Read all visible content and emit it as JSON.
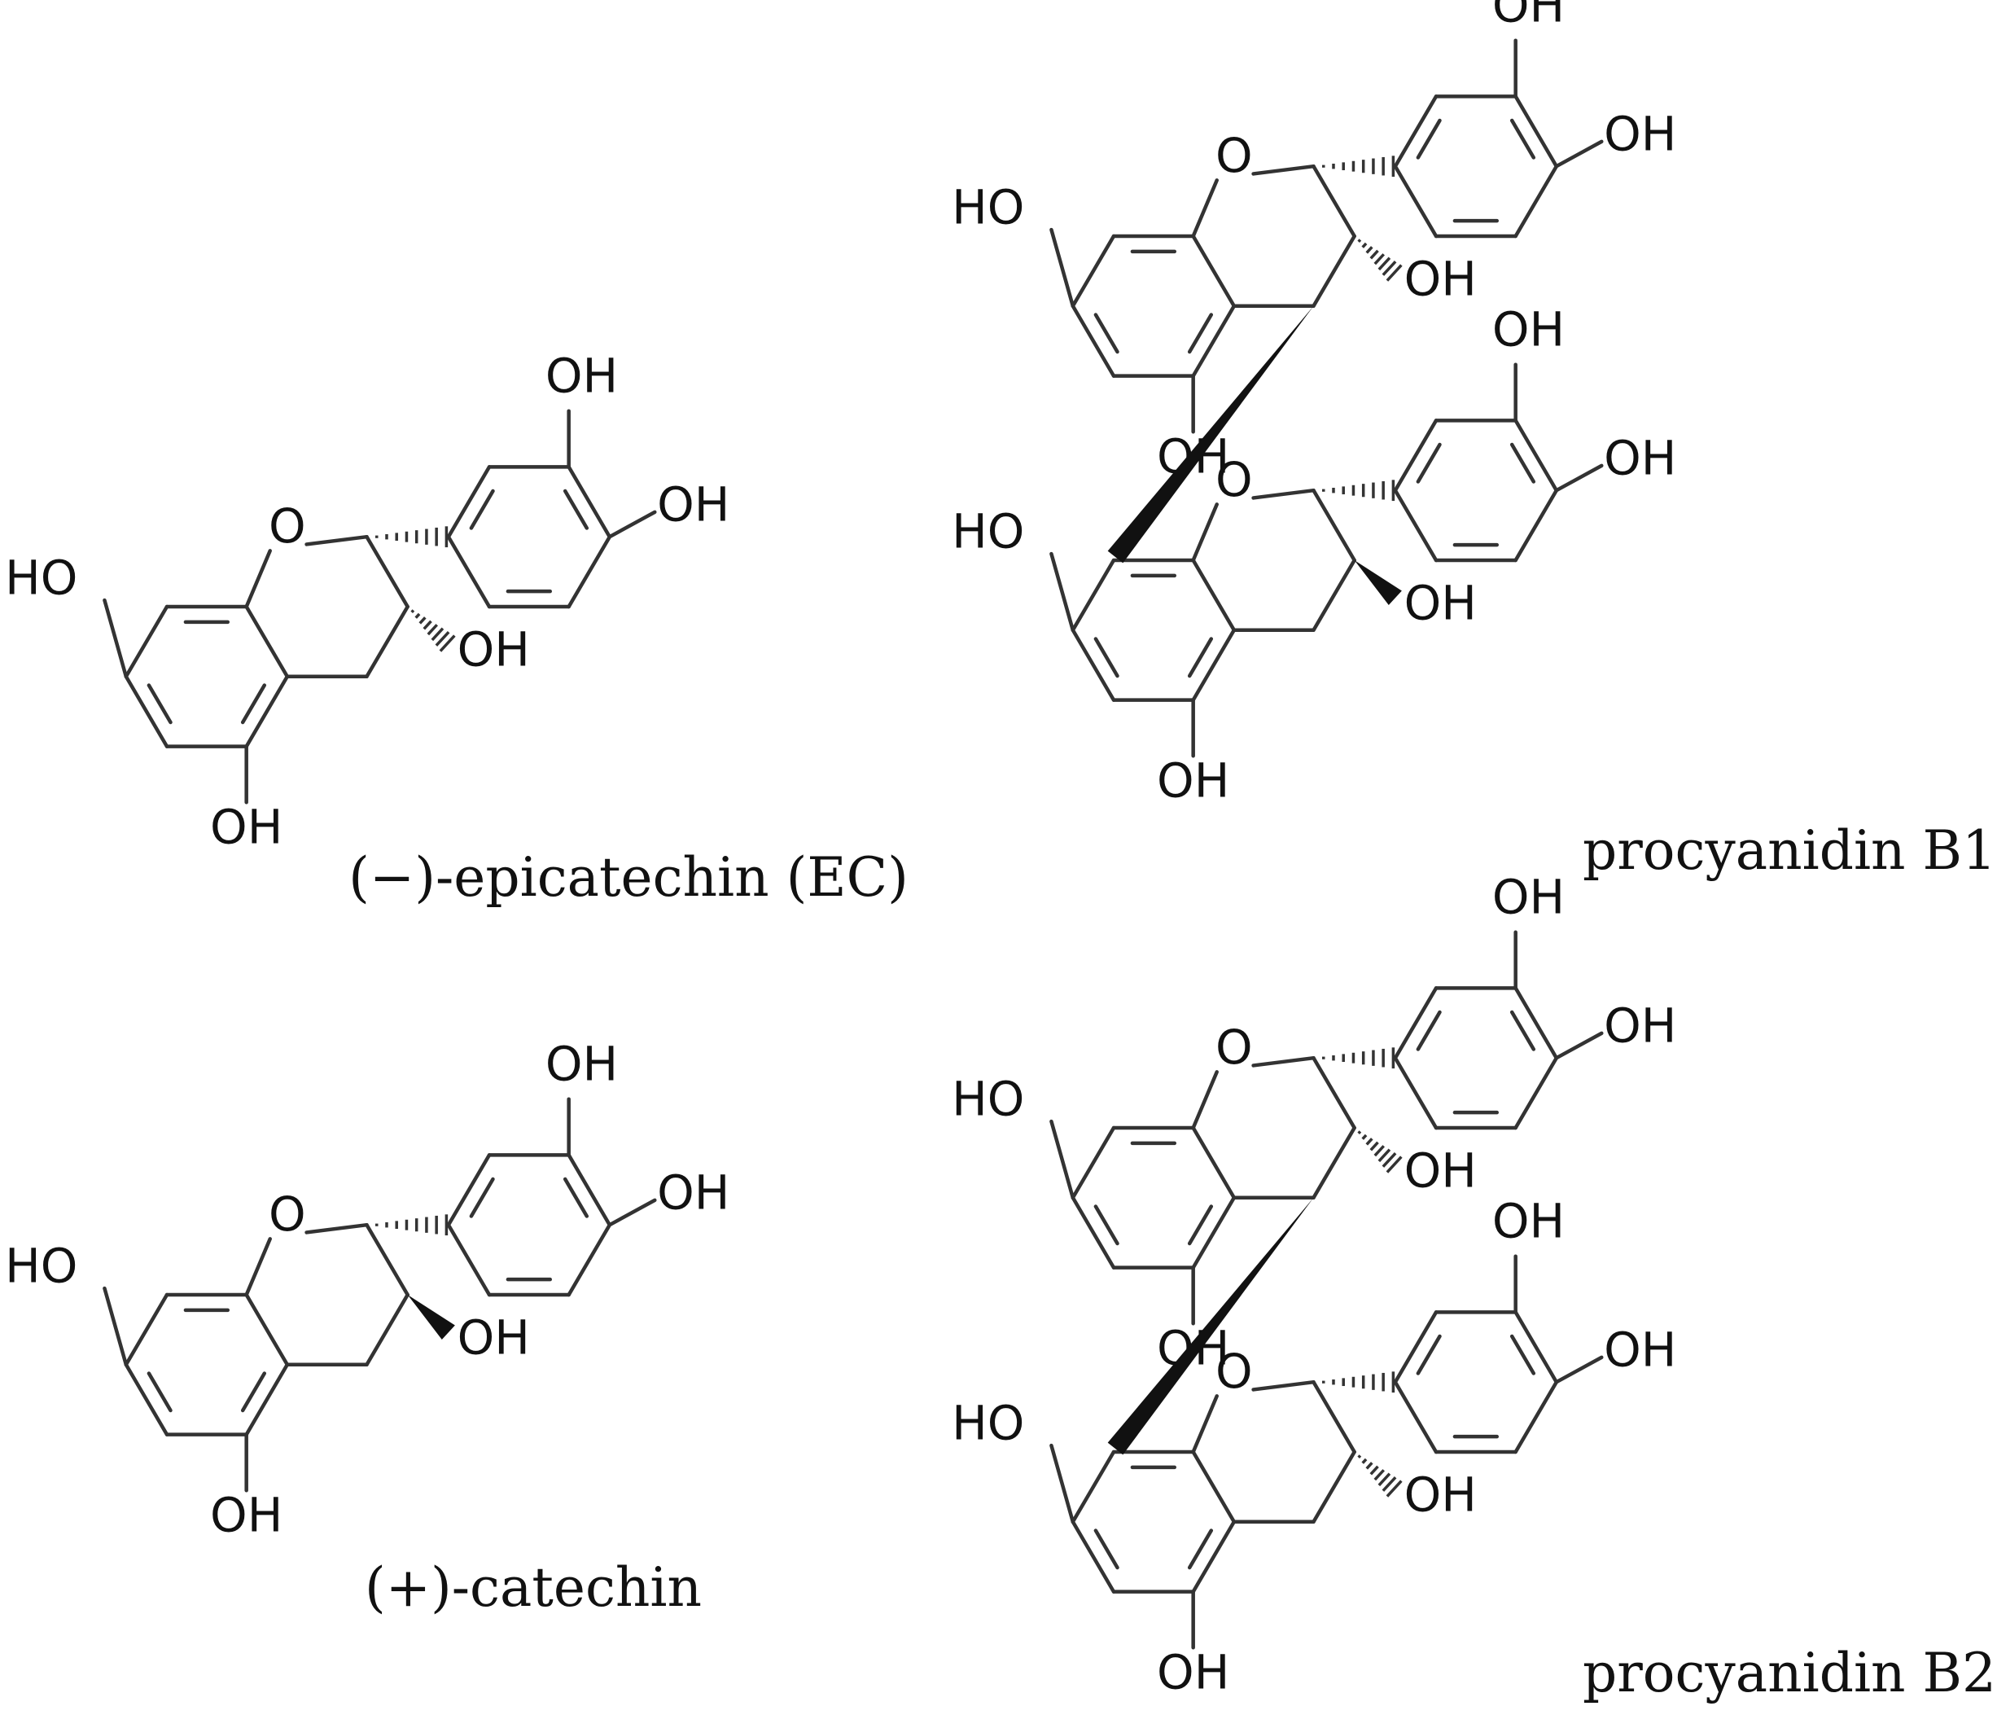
{
  "figure": {
    "compounds": [
      {
        "id": "ec",
        "name": "(−)-epicatechin (EC)",
        "type": "monomer",
        "c3": "hash"
      },
      {
        "id": "cat",
        "name": "(+)-catechin",
        "type": "monomer",
        "c3": "wedge"
      },
      {
        "id": "b1",
        "name": "procyanidin B1",
        "type": "dimer",
        "c3": "wedge"
      },
      {
        "id": "b2",
        "name": "procyanidin B2",
        "type": "dimer",
        "c3": "hash"
      }
    ],
    "atom_labels": {
      "hydroxyl": "OH",
      "hydroxyl_left": "HO",
      "ring_oxygen": "O"
    }
  }
}
